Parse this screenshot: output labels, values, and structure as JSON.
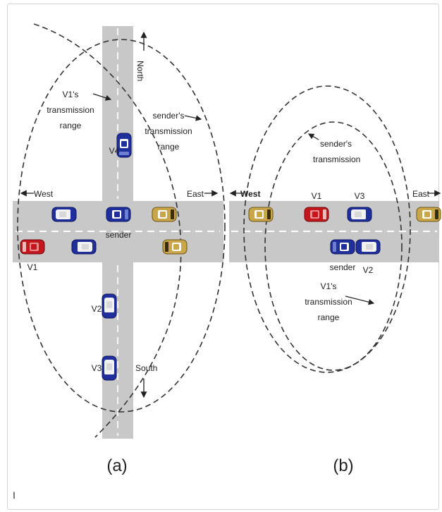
{
  "panel_a": {
    "caption": "(a)",
    "north": "North",
    "south": "South",
    "west": "West",
    "east": "East",
    "v1_range_line1": "V1's",
    "v1_range_line2": "transmission",
    "v1_range_line3": "range",
    "sender_range_line1": "sender's",
    "sender_range_line2": "transmission",
    "sender_range_line3": "range",
    "sender": "sender",
    "v1": "V1",
    "v2": "V2",
    "v3": "V3",
    "v4": "V4"
  },
  "panel_b": {
    "caption": "(b)",
    "west": "West",
    "east": "East",
    "sender_range_line1": "sender's",
    "sender_range_line2": "transmission",
    "v1_range_line1": "V1's",
    "v1_range_line2": "transmission",
    "v1_range_line3": "range",
    "sender": "sender",
    "v1": "V1",
    "v2": "V2",
    "v3": "V3"
  },
  "footer_mark": "I",
  "colors": {
    "road": "#c8c8c8",
    "lane_marking": "#ffffff",
    "blue_car": "#1f2f9c",
    "red_car": "#c4161c",
    "yellow_car": "#caa64a",
    "white_car": "#eeeeee",
    "dashed_circle": "#333333"
  }
}
